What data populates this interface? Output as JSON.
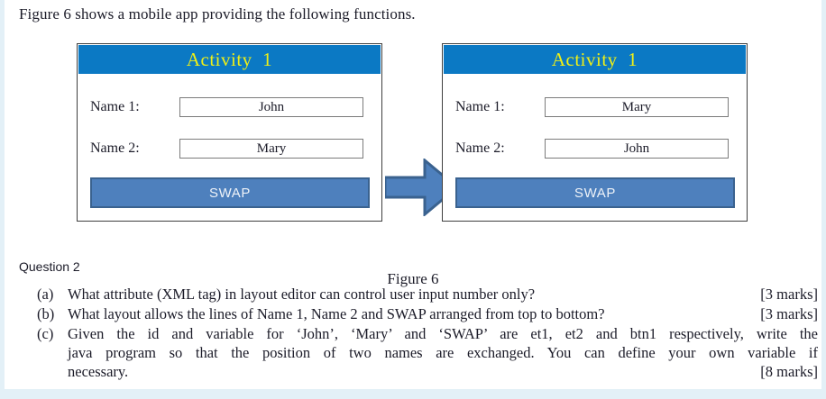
{
  "intro": "Figure 6 shows a mobile app providing the following functions.",
  "figure": {
    "caption": "Figure 6",
    "arrow_name": "right-block-arrow",
    "arrow_fill": "#4e80bd",
    "arrow_stroke": "#3a628f",
    "panels": [
      {
        "title": "Activity  1",
        "header_color": "#0b79c4",
        "title_color": "#efef16",
        "fields": [
          {
            "label": "Name 1:",
            "value": "John"
          },
          {
            "label": "Name 2:",
            "value": "Mary"
          }
        ],
        "button": {
          "label": "SWAP",
          "fill": "#4e80bd",
          "border": "#3a628f"
        }
      },
      {
        "title": "Activity  1",
        "header_color": "#0b79c4",
        "title_color": "#efef16",
        "fields": [
          {
            "label": "Name 1:",
            "value": "Mary"
          },
          {
            "label": "Name 2:",
            "value": "John"
          }
        ],
        "button": {
          "label": "SWAP",
          "fill": "#4e80bd",
          "border": "#3a628f"
        }
      }
    ]
  },
  "question": {
    "heading": "Question 2",
    "items": [
      {
        "marker": "(a)",
        "text": "What attribute (XML tag) in layout editor can control user input number only?",
        "marks": "[3 marks]"
      },
      {
        "marker": "(b)",
        "text": "What layout allows the lines of Name 1, Name 2 and SWAP arranged from top to bottom?",
        "marks": "[3 marks]"
      },
      {
        "marker": "(c)",
        "line1": "Given the id and variable for ‘John’, ‘Mary’ and ‘SWAP’ are et1, et2 and btn1 respectively, write the",
        "line2": "java program so that the position of two names are exchanged. You can define your own variable if",
        "line3": "necessary.",
        "marks": "[8 marks]"
      }
    ]
  }
}
